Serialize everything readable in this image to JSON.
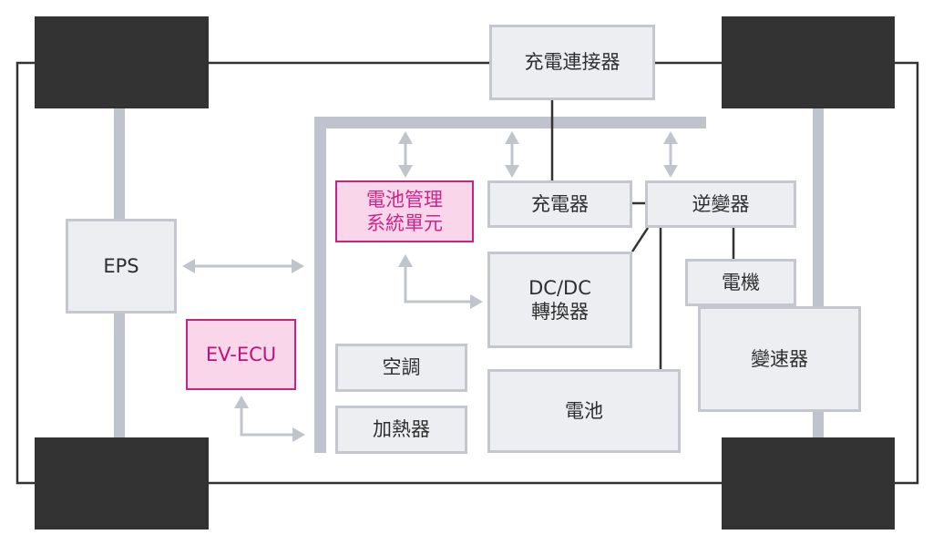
{
  "diagram": {
    "type": "ev-system-architecture",
    "colors": {
      "wheel": "#333333",
      "frame_line": "#333333",
      "bus": "#bfc3cd",
      "box_fill": "#eceef2",
      "box_border": "#c4c7ce",
      "ecu_fill": "#f9d6ea",
      "ecu_border": "#c8257f",
      "ecu_text": "#d0238a"
    },
    "components": {
      "charging_connector": "充電連接器",
      "eps": "EPS",
      "bms": "電池管理\n系統單元",
      "charger": "充電器",
      "inverter": "逆變器",
      "dcdc": "DC/DC\n轉換器",
      "motor": "電機",
      "transmission": "變速器",
      "ev_ecu": "EV-ECU",
      "air_conditioning": "空調",
      "heater": "加熱器",
      "battery": "電池"
    },
    "wheels": [
      "front-left",
      "front-right",
      "rear-left",
      "rear-right"
    ],
    "connections": [
      {
        "from": "eps",
        "to": "can-bus",
        "kind": "signal-bidirectional"
      },
      {
        "from": "bms",
        "to": "can-bus",
        "kind": "signal-bidirectional"
      },
      {
        "from": "charger",
        "to": "can-bus",
        "kind": "signal-bidirectional"
      },
      {
        "from": "inverter",
        "to": "can-bus",
        "kind": "signal-bidirectional"
      },
      {
        "from": "bms",
        "to": "dcdc",
        "kind": "signal"
      },
      {
        "from": "ev_ecu",
        "to": "can-bus",
        "kind": "signal"
      },
      {
        "from": "charging_connector",
        "to": "charger",
        "kind": "power"
      },
      {
        "from": "charger",
        "to": "inverter",
        "kind": "power"
      },
      {
        "from": "inverter",
        "to": "dcdc",
        "kind": "power"
      },
      {
        "from": "inverter",
        "to": "battery",
        "kind": "power"
      },
      {
        "from": "inverter",
        "to": "motor",
        "kind": "power"
      },
      {
        "from": "motor",
        "to": "transmission",
        "kind": "mechanical"
      }
    ]
  }
}
